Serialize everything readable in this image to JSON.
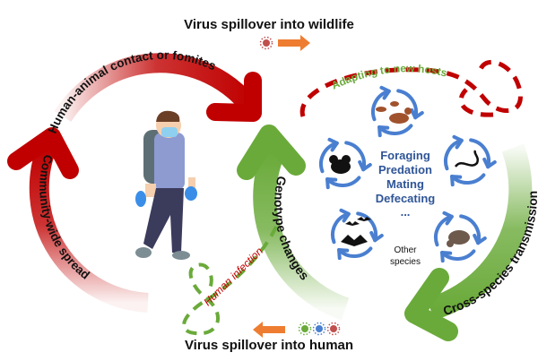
{
  "top_label": "Virus spillover into wildlife",
  "bottom_label": "Virus spillover into human",
  "red_cycle": {
    "top_arc": "Human-animal contact or fomites",
    "left_arc": "Community-wide spread"
  },
  "green_cycle": {
    "left_arc": "Genotype changes",
    "right_arc": "Cross-species transmission"
  },
  "dashed_labels": {
    "adapting": "Adapting to new hosts",
    "human_infection": "Human infection"
  },
  "behaviors": [
    "Foraging",
    "Predation",
    "Mating",
    "Defecating",
    "..."
  ],
  "other_species": [
    "Other",
    "species"
  ],
  "colors": {
    "red": "#c00000",
    "green": "#6aaa3a",
    "blue": "#4a7fd0",
    "orange": "#ee7d31",
    "behavior_text": "#2f5597"
  },
  "icons": [
    "virus-icon",
    "dog-family-icon",
    "cat-icon",
    "snake-icon",
    "bat-icon",
    "pangolin-icon",
    "person-icon",
    "cycle-arrows-icon"
  ]
}
